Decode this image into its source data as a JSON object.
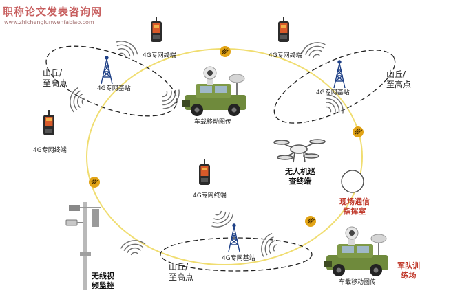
{
  "watermark": {
    "title": "职称论文发表咨询网",
    "url": "www.zhichenglunwenfabiao.com"
  },
  "nodes": {
    "terminal_top_left": "4G专网终端",
    "terminal_top_right": "4G专网终端",
    "terminal_left": "4G专网终端",
    "terminal_center": "4G专网终端",
    "base_station_left": "4G专网基站",
    "base_station_right": "4G专网基站",
    "base_station_bottom": "4G专网基站",
    "hill_left": "山丘/\n至高点",
    "hill_right": "山丘/\n至高点",
    "hill_bottom": "山丘/\n至高点",
    "vehicle_top": "车载移动图传",
    "vehicle_bottom": "车载移动图传",
    "drone": "无人机巡\n查终端",
    "command_room": "现场通信\n指挥室",
    "cctv": "无线视\n频监控",
    "training_ground": "军队训\n练场"
  },
  "colors": {
    "ring": "#f0dd70",
    "link_icon": "#e2a416",
    "accent_red": "#c0392b",
    "vehicle": "#6f8a3c"
  },
  "icons": [
    "radio-terminal-icon",
    "base-station-tower-icon",
    "signal-waves-icon",
    "link-node-icon",
    "vehicle-icon",
    "drone-icon",
    "cctv-pole-icon",
    "circle-marker-icon"
  ]
}
